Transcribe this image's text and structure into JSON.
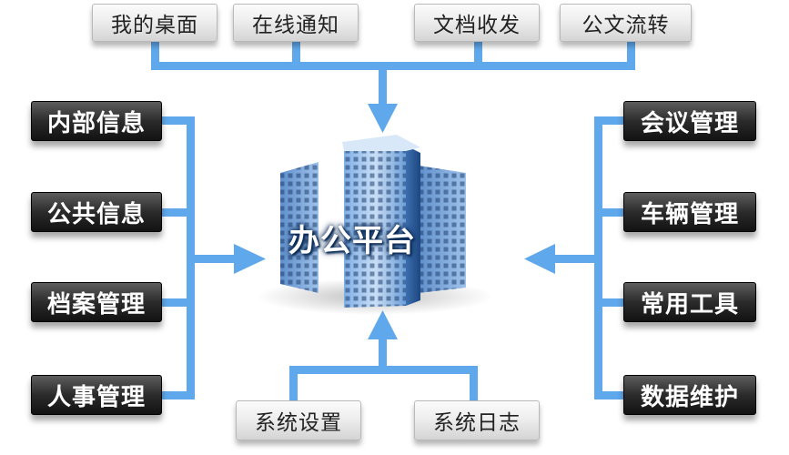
{
  "center_title": "办公平台",
  "top_modules": [
    "我的桌面",
    "在线通知",
    "文档收发",
    "公文流转"
  ],
  "left_modules": [
    "内部信息",
    "公共信息",
    "档案管理",
    "人事管理"
  ],
  "right_modules": [
    "会议管理",
    "车辆管理",
    "常用工具",
    "数据维护"
  ],
  "bottom_modules": [
    "系统设置",
    "系统日志"
  ],
  "colors": {
    "connector": "#5fa8ec",
    "building": "#3f72b4",
    "label_dark": "#1f1f1f",
    "label_light": "#e6e6e6"
  },
  "icons": {
    "center": "office-building-icon"
  }
}
